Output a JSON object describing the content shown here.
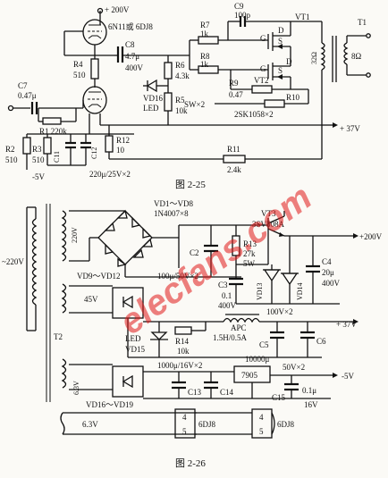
{
  "fig1": {
    "caption": "图 2-25",
    "labels": {
      "plus200": "+ 200V",
      "tube": "6N11或 6DJ8",
      "c8": "C8",
      "c8v": "4.7μ",
      "c8r": "400V",
      "r4": "R4",
      "r4v": "510",
      "c7": "C7",
      "c7v": "0.47μ",
      "r1": "R1 220k",
      "r2": "R2",
      "r2v": "510",
      "r3": "R3",
      "r3v": "510",
      "neg5": "-5V",
      "c11": "C11",
      "c12": "C12",
      "c1112": "220μ/25V×2",
      "r12": "R12",
      "r12v": "10",
      "r6": "R6",
      "r6v": "4.3k",
      "vd16": "VD16",
      "led": "LED",
      "r5": "R5",
      "r5v": "10k",
      "r7": "R7",
      "r7v": "1k",
      "r8": "R8",
      "r8v": "1k",
      "c9": "C9",
      "c9v": "100p",
      "vt1": "VT1",
      "vt2": "VT2",
      "g1": "G",
      "g2": "G",
      "s1": "S",
      "d1": "D",
      "s2": "S",
      "d2": "D",
      "r9": "R9",
      "r9v": "0.47",
      "r10": "R10",
      "sw": "SW×2",
      "fet": "2SK1058×2",
      "t1": "T1",
      "ohm32": "32Ω",
      "ohm8": "8Ω",
      "plus37": "+ 37V",
      "r11": "R11",
      "r11v": "2.4k"
    }
  },
  "fig2": {
    "caption": "图 2-26",
    "labels": {
      "vd1": "VD1～VD8",
      "vd1v": "1N4007×8",
      "v220a": "220V",
      "mains": "~220V",
      "t2": "T2",
      "c2": "C2",
      "r13": "R13",
      "r13v": "27k",
      "r13w": "5W",
      "vt3": "VT3",
      "vt3v": "3SV508A",
      "plus200": "+200V",
      "c3": "C3",
      "c23": "100μ/50V×2",
      "c3v1": "0.1",
      "c3v2": "400V",
      "vd13": "VD13",
      "vd14": "VD14",
      "vd14v": "100V×2",
      "c4": "C4",
      "c4v1": "20μ",
      "c4v2": "400V",
      "vd912": "VD9～VD12",
      "v45": "45V",
      "led": "LED",
      "vd15": "VD15",
      "r14": "R14",
      "r14v": "10k",
      "apc": "APC",
      "apcv": "1.5H/0.5A",
      "c5": "C5",
      "c5v": "10000μ",
      "c6": "C6",
      "c56": "50V×2",
      "plus37": "+ 37V",
      "v63a": "6.3V",
      "c13v": "1000μ/16V×2",
      "reg": "7905",
      "c13": "C13",
      "c14": "C14",
      "c15": "C15",
      "c15v1": "0.1μ",
      "c15v2": "16V",
      "vd1619": "VD16～VD19",
      "neg5": "-5V",
      "v63b": "6.3V",
      "pin4a": "4",
      "pin5a": "5",
      "heater1": "6DJ8",
      "pin4b": "4",
      "pin5b": "5",
      "heater2": "6DJ8"
    }
  },
  "watermark": "elecfans.com",
  "colors": {
    "ink": "#111111",
    "watermark": "#e01a1a",
    "paper": "#fbfaf6"
  }
}
